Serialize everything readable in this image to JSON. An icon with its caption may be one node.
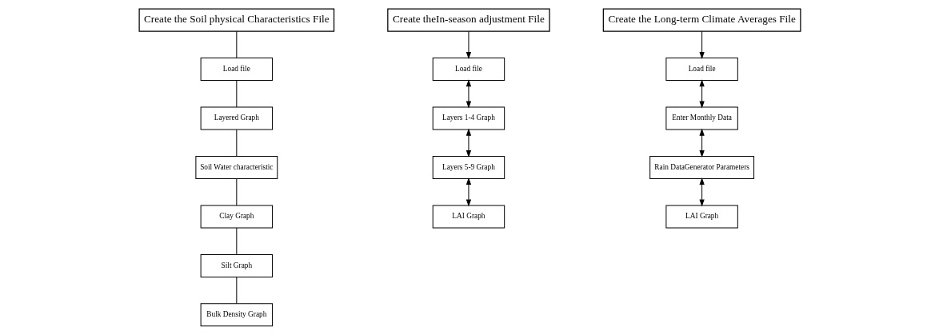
{
  "diagram": {
    "nodes": [
      {
        "text": [
          "Create the Soil physical Characteristics File"
        ]
      },
      {
        "text": [
          "Load file"
        ]
      },
      {
        "text": [
          "Layered Graph"
        ]
      },
      {
        "text": [
          "Soil Water characteristic"
        ]
      },
      {
        "text": [
          "Clay Graph"
        ]
      },
      {
        "text": [
          "Silt Graph"
        ]
      },
      {
        "text": [
          "Bulk Density Graph"
        ]
      },
      {
        "text": [
          "Create theIn-season adjustment File"
        ]
      },
      {
        "text": [
          "Load file"
        ]
      },
      {
        "text": [
          "Layers 1-4 Graph"
        ]
      },
      {
        "text": [
          "Layers 5-9 Graph"
        ]
      },
      {
        "text": [
          "LAI Graph"
        ]
      },
      {
        "text": [
          "Create the Long-term Climate Averages File"
        ]
      },
      {
        "text": [
          "Load file"
        ]
      },
      {
        "text": [
          "Enter Monthly Data"
        ]
      },
      {
        "text": [
          "Rain DataGenerator Parameters"
        ]
      },
      {
        "text": [
          "LAI Graph"
        ]
      }
    ],
    "edges": [
      {
        "from": 0,
        "to": 1,
        "arrow": "none"
      },
      {
        "from": 1,
        "to": 2,
        "arrow": "none"
      },
      {
        "from": 2,
        "to": 3,
        "arrow": "none"
      },
      {
        "from": 3,
        "to": 4,
        "arrow": "none"
      },
      {
        "from": 4,
        "to": 5,
        "arrow": "none"
      },
      {
        "from": 5,
        "to": 6,
        "arrow": "none"
      },
      {
        "from": 7,
        "to": 8,
        "arrow": "to"
      },
      {
        "from": 8,
        "to": 9,
        "arrow": "both"
      },
      {
        "from": 9,
        "to": 10,
        "arrow": "both"
      },
      {
        "from": 10,
        "to": 11,
        "arrow": "both"
      },
      {
        "from": 12,
        "to": 13,
        "arrow": "to"
      },
      {
        "from": 13,
        "to": 14,
        "arrow": "both"
      },
      {
        "from": 14,
        "to": 15,
        "arrow": "both"
      },
      {
        "from": 15,
        "to": 16,
        "arrow": "both"
      }
    ]
  }
}
